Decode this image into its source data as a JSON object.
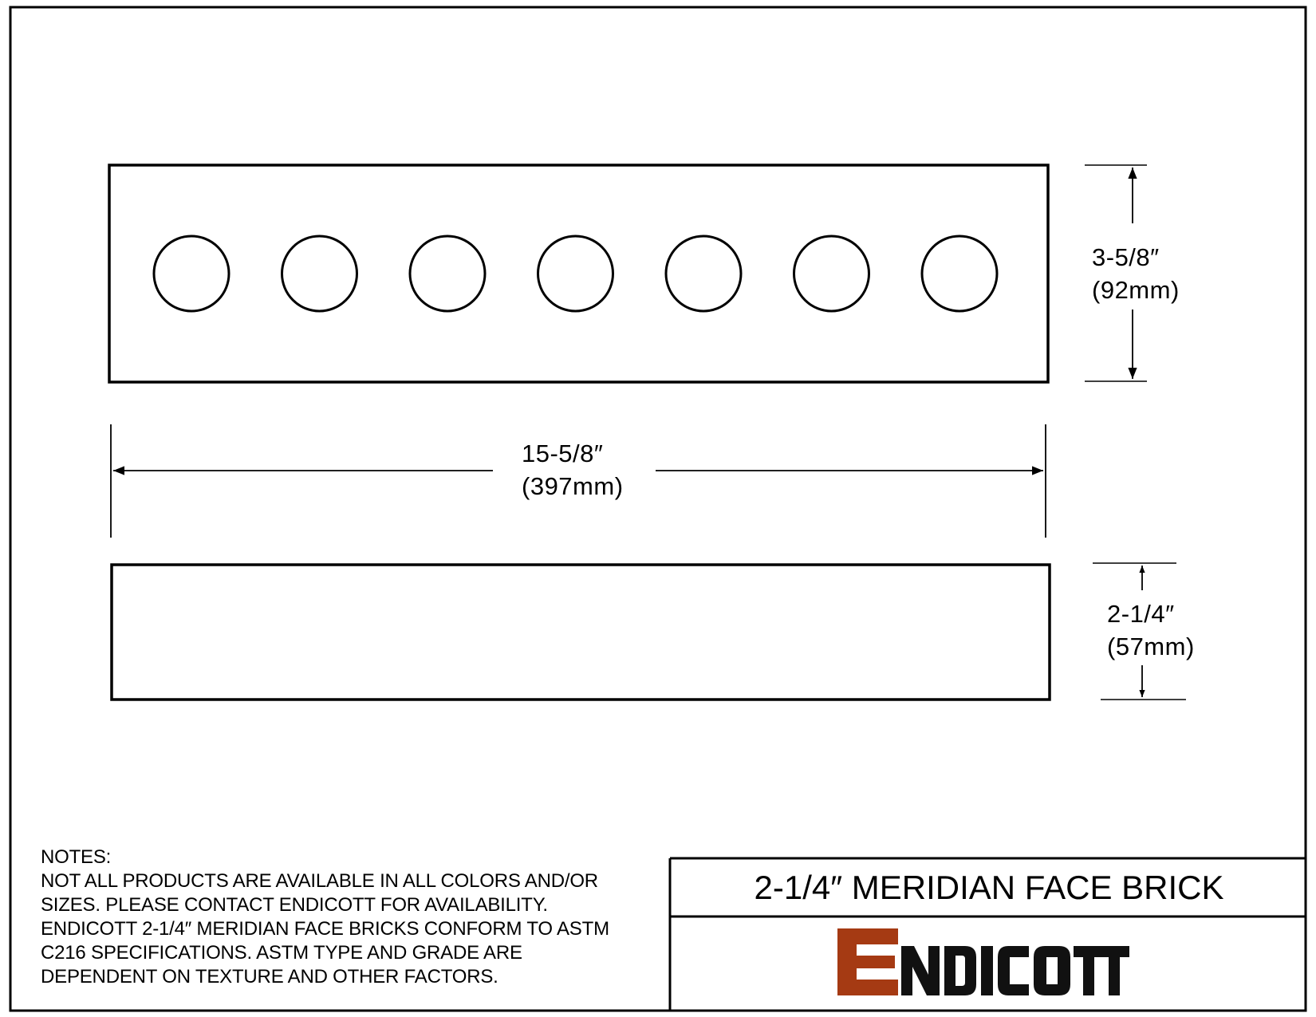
{
  "dimensions": {
    "front_height": {
      "imperial": "3-5/8″",
      "metric": "(92mm)"
    },
    "length": {
      "imperial": "15-5/8″",
      "metric": "(397mm)"
    },
    "side_height": {
      "imperial": "2-1/4″",
      "metric": "(57mm)"
    }
  },
  "core_holes": 7,
  "notes": {
    "heading": "NOTES:",
    "lines": [
      "NOT ALL PRODUCTS ARE AVAILABLE IN ALL COLORS AND/OR",
      "SIZES. PLEASE CONTACT ENDICOTT FOR AVAILABILITY.",
      "ENDICOTT 2-1/4″ MERIDIAN FACE BRICKS CONFORM TO ASTM",
      "C216 SPECIFICATIONS. ASTM TYPE AND GRADE ARE",
      "DEPENDENT ON TEXTURE AND OTHER FACTORS."
    ]
  },
  "title_block": {
    "title": "2-1/4″ MERIDIAN FACE BRICK",
    "logo_text": "ENDICOTT"
  },
  "colors": {
    "line": "#000000",
    "logo_brand": "#a53a13"
  }
}
